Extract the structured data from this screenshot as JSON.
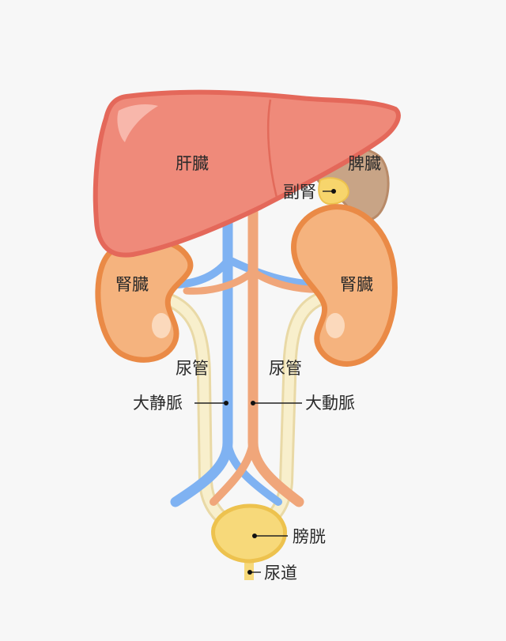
{
  "colors": {
    "background": "#f7f7f7",
    "liver": "#ef8a7a",
    "liver_outline": "#e4685a",
    "spleen": "#c8a486",
    "kidney": "#f5b37e",
    "kidney_outline": "#ea8a46",
    "vein": "#7fb2f2",
    "artery": "#f0a67a",
    "ureter": "#f7edc8",
    "bladder": "#f7d97a",
    "adrenal": "#f7d56c"
  },
  "labels": {
    "liver": "肝臓",
    "spleen": "脾臓",
    "adrenal": "副腎",
    "kidney_left": "腎臓",
    "kidney_right": "腎臓",
    "ureter_left": "尿管",
    "ureter_right": "尿管",
    "vena_cava": "大静脈",
    "aorta": "大動脈",
    "bladder": "膀胱",
    "urethra": "尿道"
  }
}
